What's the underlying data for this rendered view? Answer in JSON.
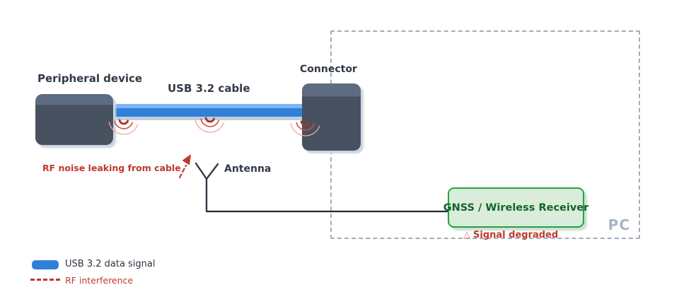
{
  "diagram": {
    "peripheral_label": "Peripheral device",
    "cable_label": "USB 3.2 cable",
    "connector_label": "Connector",
    "antenna_label": "Antenna",
    "rf_noise_label": "RF noise leaking from cable",
    "receiver_label": "GNSS / Wireless Receiver",
    "warning_icon": "△",
    "signal_degraded_label": "Signal degraded",
    "pc_label": "PC"
  },
  "legend": {
    "usb_label": "USB 3.2 data signal",
    "rf_label": "RF interference"
  },
  "colors": {
    "usb_blue": "#2f80d9",
    "usb_blue_highlight": "#7cb5f2",
    "slate_dark": "#47515f",
    "slate_light": "#5e6c81",
    "rf_red": "#c0392b",
    "receiver_green_border": "#24a344",
    "receiver_green_fill": "#d9edda",
    "receiver_green_text": "#156329",
    "pc_dash_gray": "#a3adba",
    "pc_text_gray": "#a9b4c2"
  },
  "icons": {
    "rf_emission": "rf-emission-ripples-icon",
    "antenna": "antenna-icon",
    "rf_arrow": "rf-noise-arrow-icon",
    "warning": "warning-triangle-icon"
  }
}
